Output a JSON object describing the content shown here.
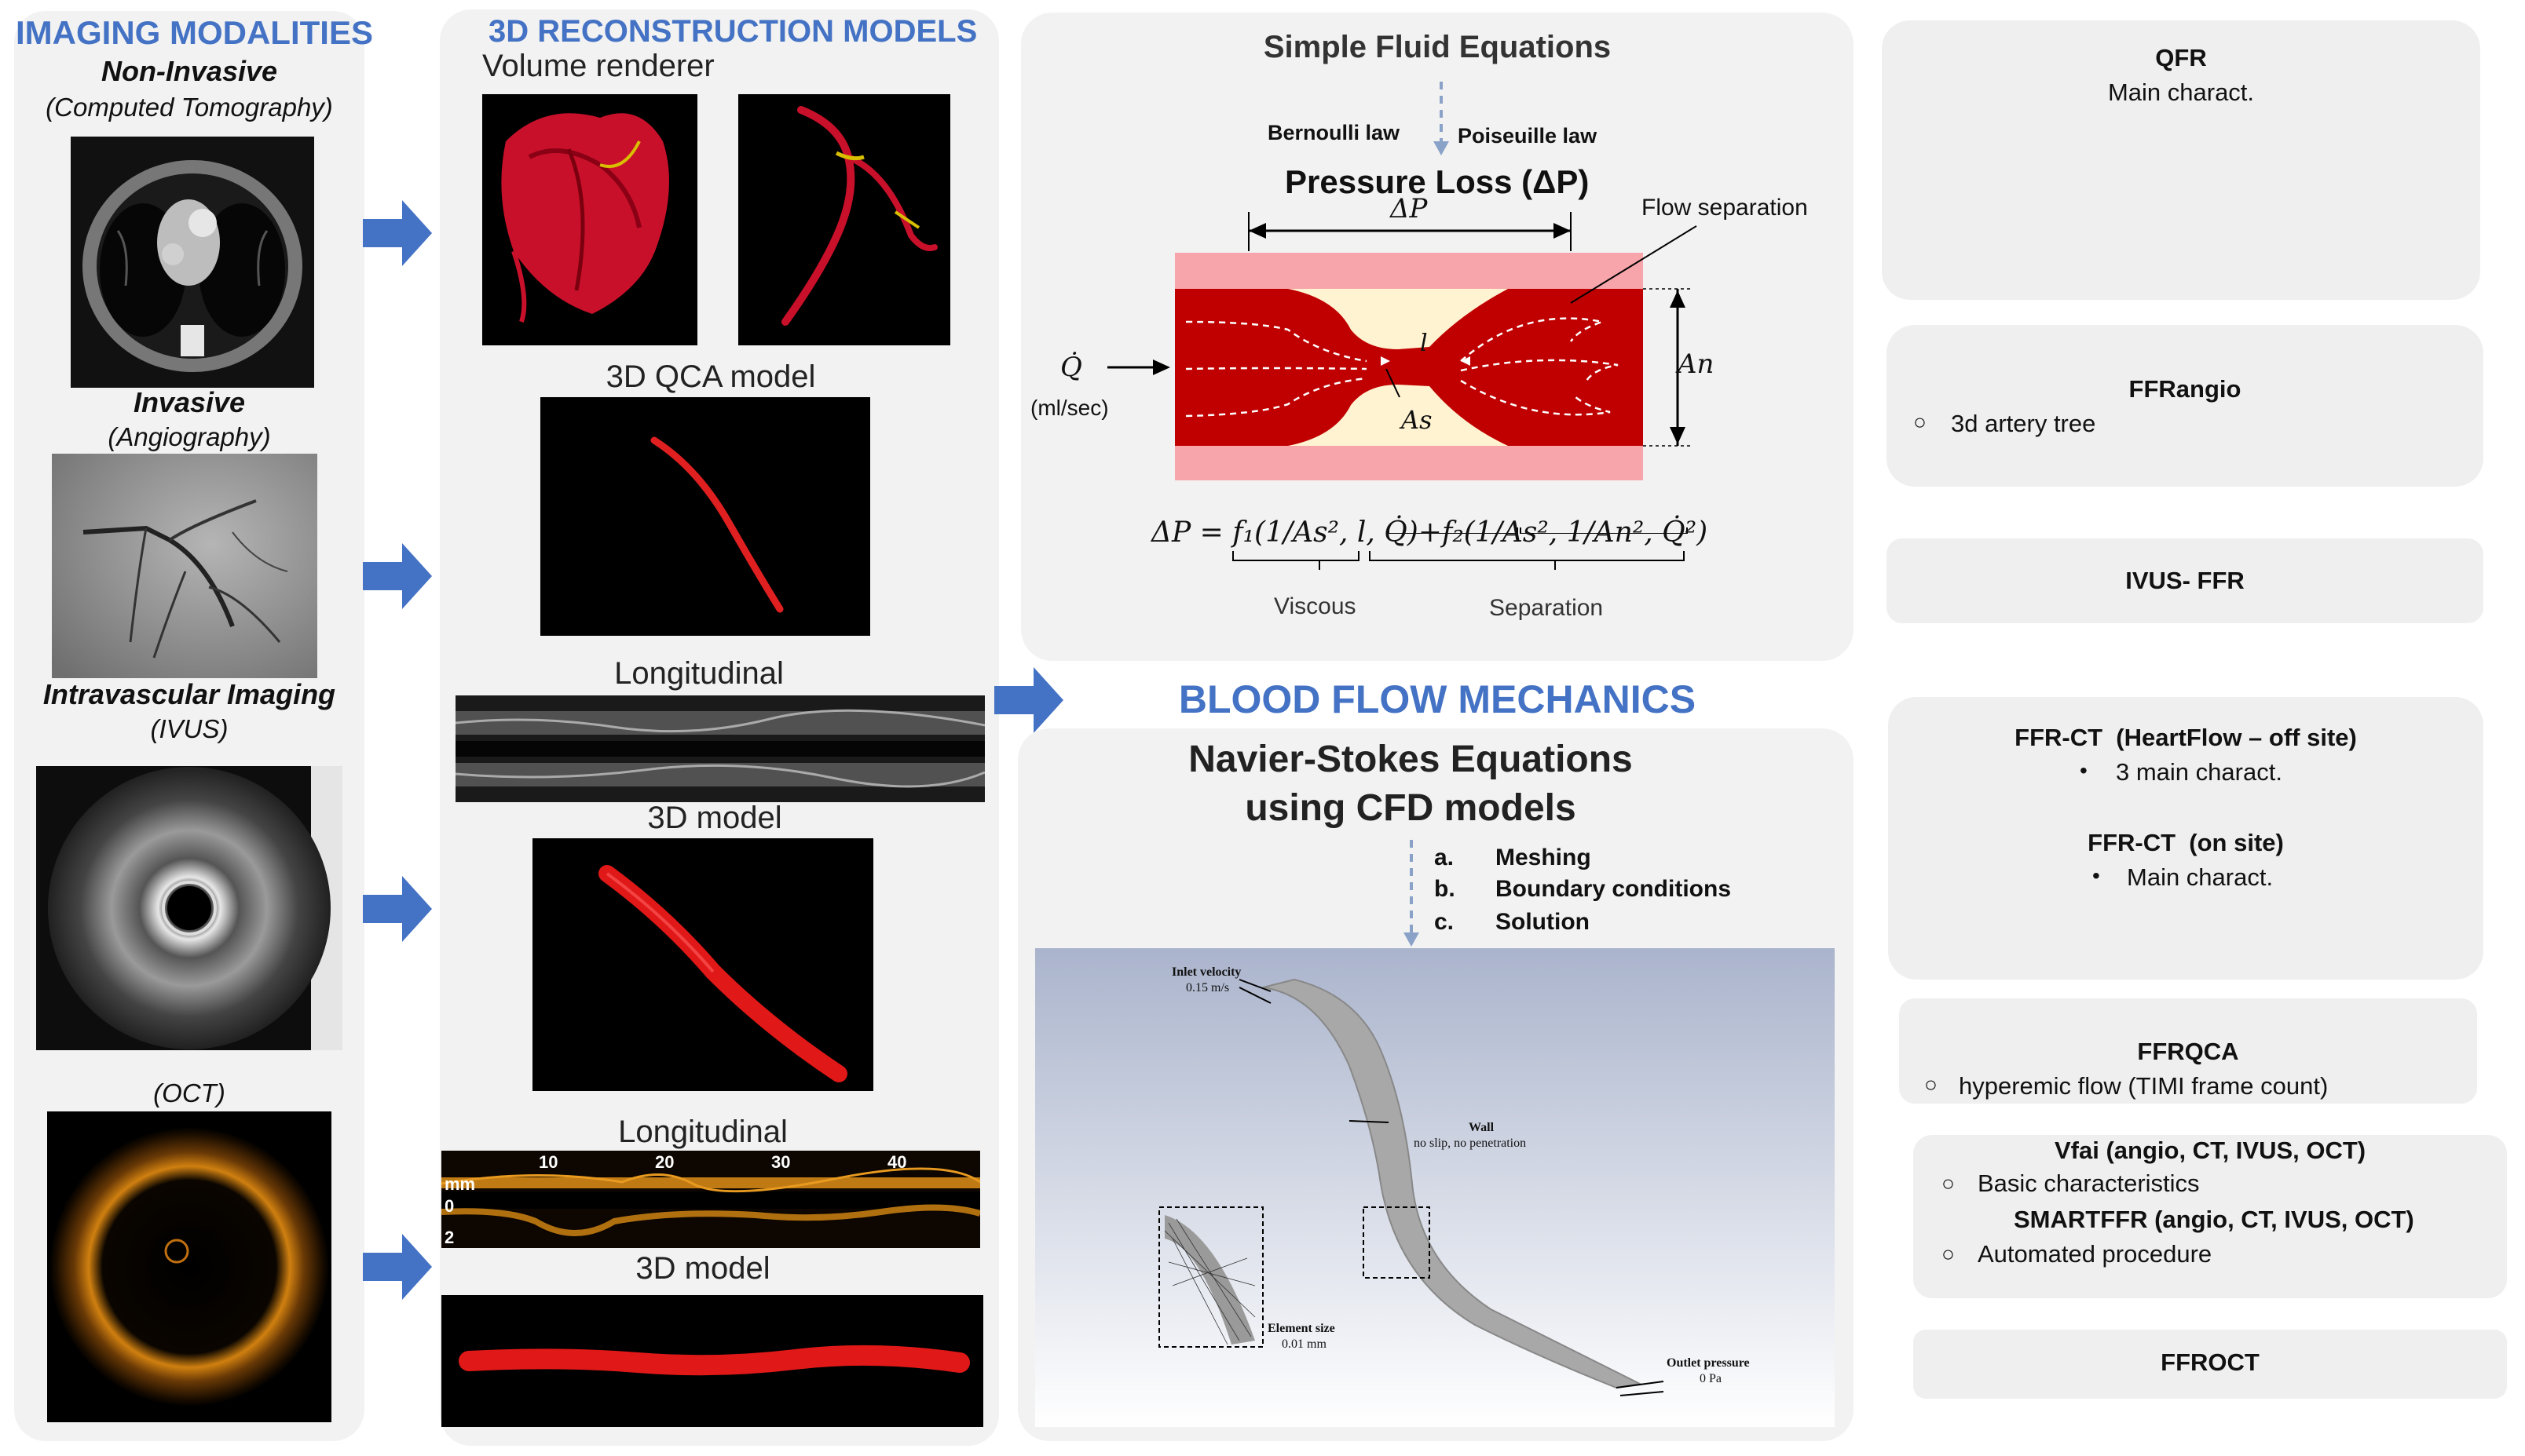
{
  "col1": {
    "title": "IMAGING MODALITIES",
    "noninvasive": "Non-Invasive",
    "ct": "(Computed Tomography)",
    "invasive": "Invasive",
    "angio": "(Angiography)",
    "intravascular": "Intravascular Imaging",
    "ivus": "(IVUS)",
    "oct": "(OCT)"
  },
  "col2": {
    "title": "3D RECONSTRUCTION MODELS",
    "volume": "Volume renderer",
    "qca": "3D QCA model",
    "longitudinal1": "Longitudinal",
    "model1": "3D model",
    "longitudinal2": "Longitudinal",
    "model2": "3D model",
    "oct_mm": "mm",
    "oct_zero": "0",
    "oct_two": "2",
    "oct_ticks": [
      "10",
      "20",
      "30",
      "40"
    ]
  },
  "simple": {
    "title": "Simple Fluid Equations",
    "bernoulli": "Bernoulli law",
    "poiseuille": "Poiseuille law",
    "pressure_loss": "Pressure Loss (ΔP)",
    "dp": "ΔP",
    "flow_sep": "Flow separation",
    "q": "Q̇",
    "units": "(ml/sec)",
    "l": "l",
    "as": "As",
    "an": "An",
    "equation": "ΔP = f₁(1/As², l, Q̇)+f₂(1/As², 1/An², Q̇²)",
    "viscous": "Viscous",
    "separation": "Separation"
  },
  "bfm": {
    "title": "BLOOD FLOW MECHANICS"
  },
  "cfd": {
    "title_line1": "Navier-Stokes Equations",
    "title_line2": "using CFD models",
    "steps": [
      {
        "letter": "a.",
        "label": "Meshing"
      },
      {
        "letter": "b.",
        "label": "Boundary conditions"
      },
      {
        "letter": "c.",
        "label": "Solution"
      }
    ],
    "inlet": "Inlet velocity",
    "inlet_val": "0.15 m/s",
    "wall": "Wall",
    "wall_desc": "no slip, no penetration",
    "element": "Element size",
    "element_val": "0.01 mm",
    "outlet": "Outlet pressure",
    "outlet_val": "0 Pa"
  },
  "cards": {
    "qfr_title": "QFR",
    "qfr_line": "Main charact.",
    "ffrangio_title": "FFRangio",
    "ffrangio_item": "3d artery tree",
    "ivus_ffr": "IVUS- FFR",
    "ffrct1_title": "FFR-CT  (HeartFlow – off site)",
    "ffrct1_item": "3 main charact.",
    "ffrct2_title": "FFR-CT  (on site)",
    "ffrct2_item": "Main charact.",
    "ffrqca_title": "FFRQCA",
    "ffrqca_item": "hyperemic flow (TIMI frame count)",
    "vfai_title": "Vfai (angio, CT, IVUS, OCT)",
    "vfai_item": "Basic characteristics",
    "smart_title": "SMARTFFR (angio, CT, IVUS, OCT)",
    "smart_item": "Automated procedure",
    "ffroct": "FFROCT"
  },
  "colors": {
    "accent_blue": "#4472c4",
    "vessel_red": "#c00000",
    "panel_gray": "#f2f2f2"
  }
}
